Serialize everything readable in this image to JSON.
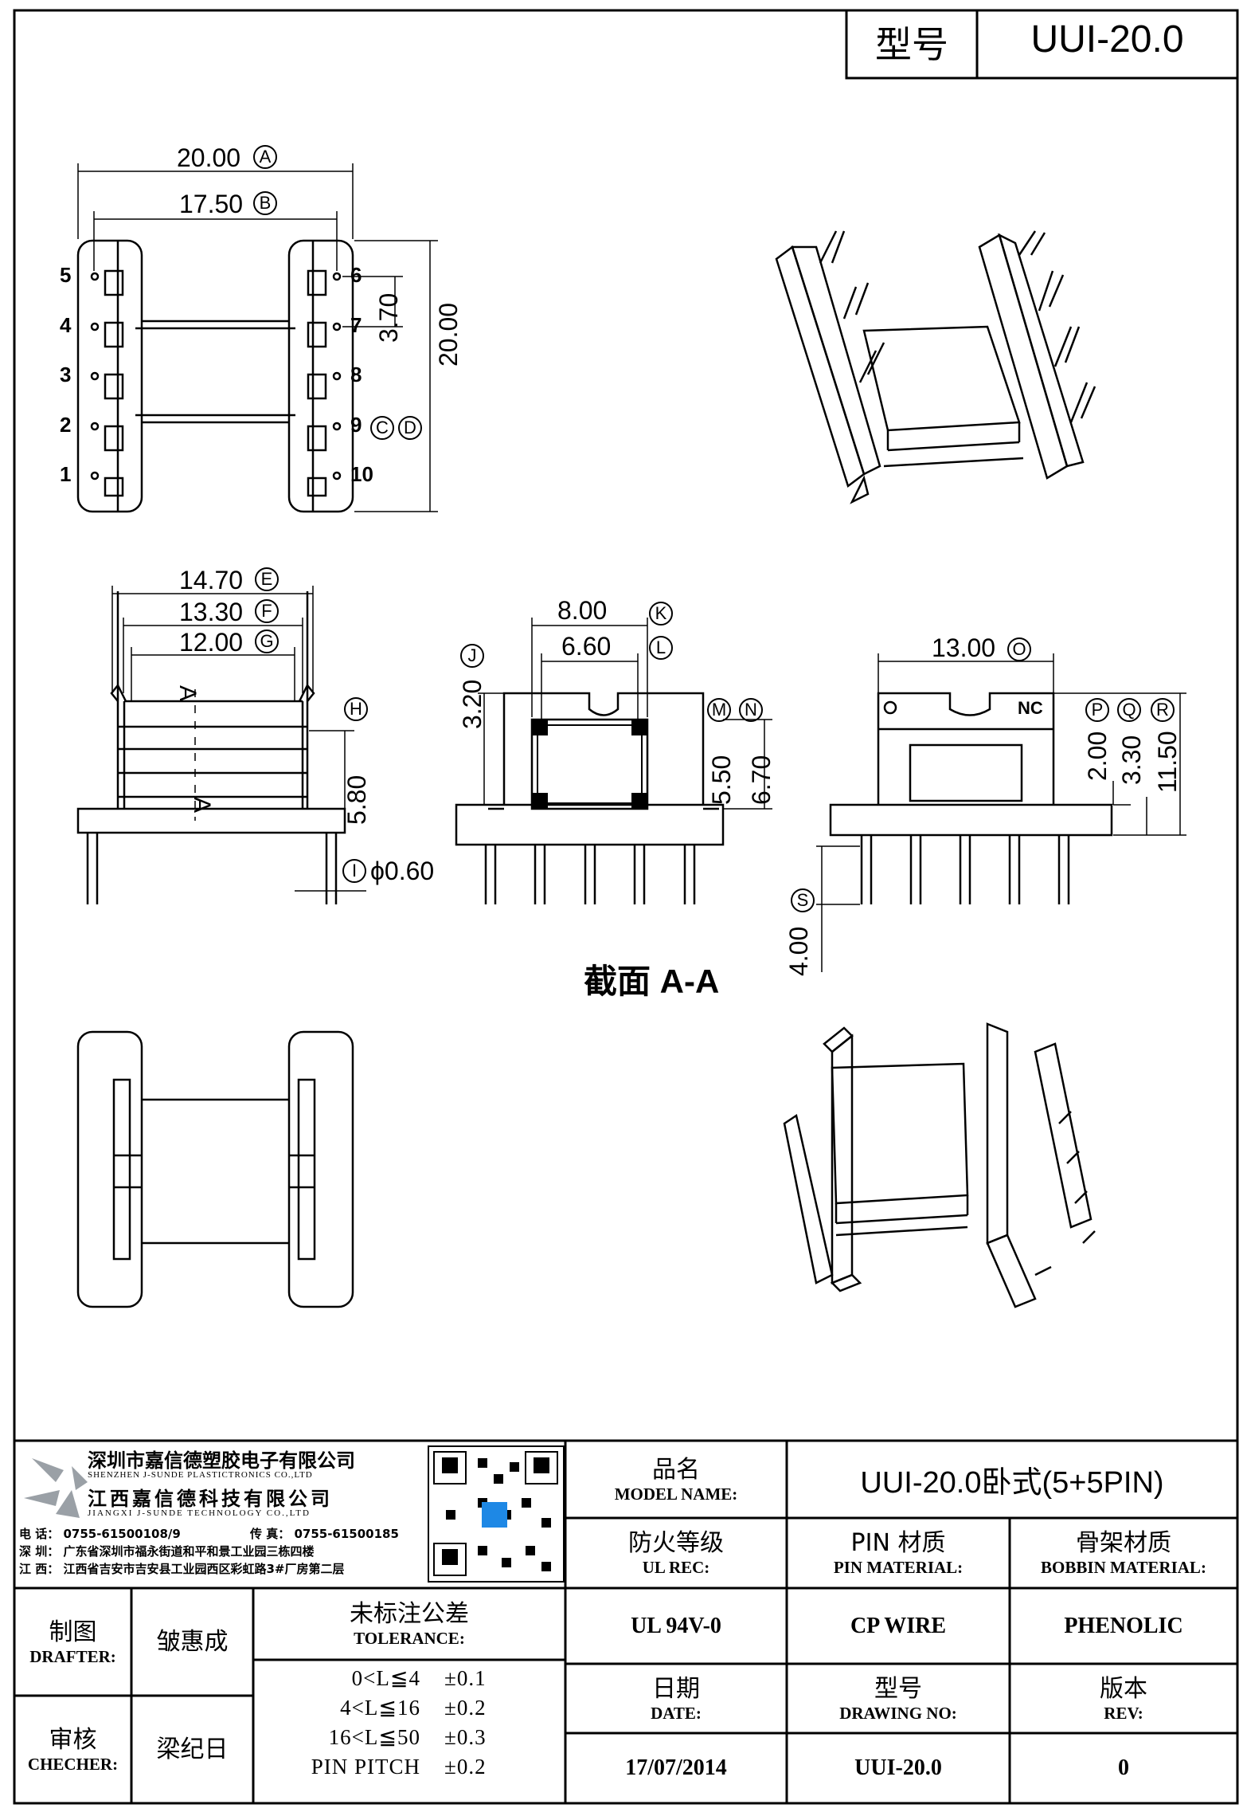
{
  "header": {
    "model_label": "型号",
    "model_value": "UUI-20.0"
  },
  "dimensions": {
    "top_width_A": "20.00",
    "circle_A": "A",
    "top_inner_B": "17.50",
    "circle_B": "B",
    "pitch_C": "3.70",
    "circle_C": "C",
    "height_D": "20.00",
    "circle_D": "D",
    "side_E": "14.70",
    "circle_E": "E",
    "side_F": "13.30",
    "circle_F": "F",
    "side_G": "12.00",
    "circle_G": "G",
    "side_H": "5.80",
    "circle_H": "H",
    "pin_dia_I": "ϕ0.60",
    "circle_I": "I",
    "sec_J": "3.20",
    "circle_J": "J",
    "sec_K": "8.00",
    "circle_K": "K",
    "sec_L": "6.60",
    "circle_L": "L",
    "sec_M": "5.50",
    "circle_M": "M",
    "sec_N": "6.70",
    "circle_N": "N",
    "front_O": "13.00",
    "circle_O": "O",
    "front_P": "2.00",
    "circle_P": "P",
    "front_Q": "3.30",
    "circle_Q": "Q",
    "front_R": "11.50",
    "circle_R": "R",
    "front_S": "4.00",
    "circle_S": "S"
  },
  "pins": {
    "left": [
      "5",
      "4",
      "3",
      "2",
      "1"
    ],
    "right": [
      "6",
      "7",
      "8",
      "9",
      "10"
    ]
  },
  "section_label": "截面 A-A",
  "section_marks": {
    "a": "A",
    "b": "A"
  },
  "nc_label": "NC",
  "title_block": {
    "company_cn_1": "深圳市嘉信德塑胶电子有限公司",
    "company_en_1": "SHENZHEN J-SUNDE PLASTICTRONICS CO.,LTD",
    "company_cn_2": "江西嘉信德科技有限公司",
    "company_en_2": "JIANGXI J-SUNDE TECHNOLOGY CO.,LTD",
    "phone": "电 话： 0755-61500108/9",
    "fax": "传 真： 0755-61500185",
    "addr_sz": "深 圳： 广东省深圳市福永街道和平和景工业园三栋四楼",
    "addr_jx": "江 西： 江西省吉安市吉安县工业园西区彩虹路3#厂房第二层",
    "product_name_cn": "品名",
    "product_name_en": "MODEL NAME:",
    "product_name_value": "UUI-20.0卧式(5+5PIN)",
    "ul_cn": "防火等级",
    "ul_en": "UL REC:",
    "ul_value": "UL 94V-0",
    "pin_mat_cn": "PIN 材质",
    "pin_mat_en": "PIN MATERIAL:",
    "pin_mat_value": "CP WIRE",
    "bobbin_mat_cn": "骨架材质",
    "bobbin_mat_en": "BOBBIN MATERIAL:",
    "bobbin_mat_value": "PHENOLIC",
    "drafter_cn": "制图",
    "drafter_en": "DRAFTER:",
    "drafter_value": "皱惠成",
    "checker_cn": "审核",
    "checker_en": "CHECHER:",
    "checker_value": "梁纪日",
    "tol_cn": "未标注公差",
    "tol_en": "TOLERANCE:",
    "tol_rows": [
      {
        "range": "0<L≦4",
        "value": "±0.1"
      },
      {
        "range": "4<L≦16",
        "value": "±0.2"
      },
      {
        "range": "16<L≦50",
        "value": "±0.3"
      },
      {
        "range": "PIN PITCH",
        "value": "±0.2"
      }
    ],
    "date_cn": "日期",
    "date_en": "DATE:",
    "date_value": "17/07/2014",
    "dwg_cn": "型号",
    "dwg_en": "DRAWING NO:",
    "dwg_value": "UUI-20.0",
    "rev_cn": "版本",
    "rev_en": "REV:",
    "rev_value": "0"
  }
}
